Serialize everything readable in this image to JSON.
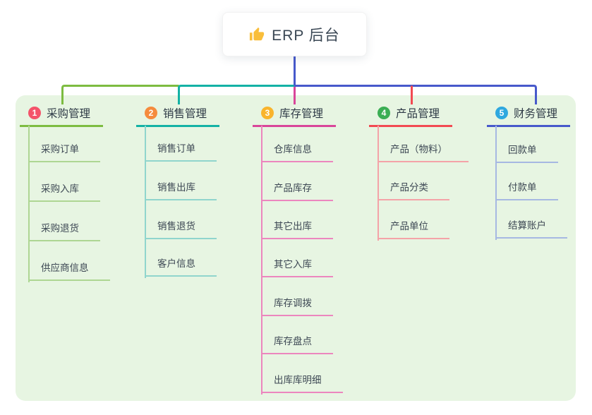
{
  "root_node": {
    "label": "ERP 后台",
    "icon": "thumbs-up",
    "icon_color": "#F9BE3B"
  },
  "panel": {
    "background": "#E7F5E2"
  },
  "connectors": {
    "stem": "#4759CB",
    "branch1": "#7DBC41",
    "branch2": "#14B2A5",
    "branch3": "#D9469A",
    "branch4": "#F24A52",
    "branch5": "#4759CB"
  },
  "branches": [
    {
      "index": "1",
      "label": "采购管理",
      "badge_color": "#F4536A",
      "line_color": "#7DBC41",
      "child_line_color": "#AED693",
      "children": [
        "采购订单",
        "采购入库",
        "采购退货",
        "供应商信息"
      ]
    },
    {
      "index": "2",
      "label": "销售管理",
      "badge_color": "#F58B3D",
      "line_color": "#14B2A5",
      "child_line_color": "#90D5CD",
      "children": [
        "销售订单",
        "销售出库",
        "销售退货",
        "客户信息"
      ]
    },
    {
      "index": "3",
      "label": "库存管理",
      "badge_color": "#F9B42C",
      "line_color": "#D9469A",
      "child_line_color": "#EC86BE",
      "children": [
        "仓库信息",
        "产品库存",
        "其它出库",
        "其它入库",
        "库存调拨",
        "库存盘点",
        "出库库明细"
      ]
    },
    {
      "index": "4",
      "label": "产品管理",
      "badge_color": "#3BAE54",
      "line_color": "#F24A52",
      "child_line_color": "#F4A3A8",
      "children": [
        "产品（物料）",
        "产品分类",
        "产品单位"
      ]
    },
    {
      "index": "5",
      "label": "财务管理",
      "badge_color": "#2FA8DF",
      "line_color": "#4759CB",
      "child_line_color": "#A6B8E2",
      "children": [
        "回款单",
        "付款单",
        "结算账户"
      ]
    }
  ]
}
